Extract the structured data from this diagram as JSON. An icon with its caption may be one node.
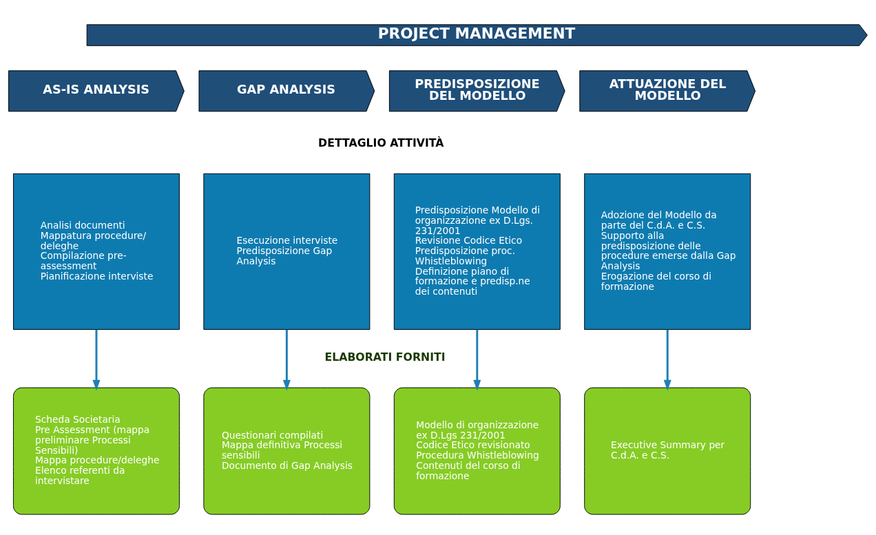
{
  "diagram": {
    "nodes": [
      {
        "text": [
          "PROJECT MANAGEMENT"
        ]
      },
      {
        "text": [
          "AS-IS ANALYSIS"
        ]
      },
      {
        "text": [
          "GAP ANALYSIS"
        ]
      },
      {
        "text": [
          "PREDISPOSIZIONE DEL MODELLO"
        ]
      },
      {
        "text": [
          "ATTUAZIONE DEL MODELLO"
        ]
      },
      {
        "text": [
          "Analisi documenti",
          "Mappatura procedure/ deleghe",
          "Compilazione pre-assessment",
          "Pianificazione interviste"
        ]
      },
      {
        "text": [
          "Esecuzione interviste",
          "Predisposizione Gap Analysis"
        ]
      },
      {
        "text": [
          "Predisposizione Modello di organizzazione ex D.Lgs. 231/2001",
          "Revisione Codice Etico",
          "Predisposizione proc. Whistleblowing",
          "Definizione piano di formazione e predisp.ne dei contenuti"
        ]
      },
      {
        "text": [
          "Adozione del Modello da parte del C.d.A. e C.S.",
          "Supporto alla predisposizione delle procedure emerse dalla Gap Analysis",
          "Erogazione del corso di formazione"
        ]
      },
      {
        "text": [
          "Scheda Societaria",
          "Pre Assessment (mappa preliminare Processi Sensibili)",
          "Mappa procedure/deleghe",
          "Elenco referenti da intervistare"
        ]
      },
      {
        "text": [
          "Questionari compilati",
          "Mappa definitiva Processi sensibili",
          "Documento di Gap Analysis"
        ]
      },
      {
        "text": [
          "Modello di organizzazione ex D.Lgs 231/2001",
          "Codice Etico revisionato",
          "Procedura Whistleblowing",
          "Contenuti del corso di formazione"
        ]
      },
      {
        "text": [
          "Executive Summary per C.d.A. e C.S."
        ]
      }
    ],
    "edges": [
      {
        "from": 5,
        "to": 9,
        "arrow": "to"
      },
      {
        "from": 6,
        "to": 10,
        "arrow": "to"
      },
      {
        "from": 7,
        "to": 11,
        "arrow": "to"
      },
      {
        "from": 8,
        "to": 12,
        "arrow": "to"
      }
    ],
    "labels": [
      "DETTAGLIO ATTIVITÀ",
      "ELABORATI FORNITI"
    ]
  }
}
